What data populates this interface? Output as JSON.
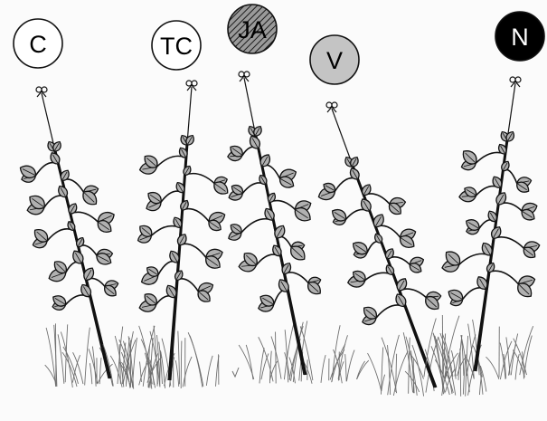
{
  "treatments": [
    {
      "label": "C",
      "fill": "#ffffff",
      "text_color": "#000000",
      "pattern": "none"
    },
    {
      "label": "TC",
      "fill": "#ffffff",
      "text_color": "#000000",
      "pattern": "none"
    },
    {
      "label": "JA",
      "fill": "#8a8a8a",
      "text_color": "#000000",
      "pattern": "diagonal-hatch"
    },
    {
      "label": "V",
      "fill": "#c4c4c4",
      "text_color": "#000000",
      "pattern": "none"
    },
    {
      "label": "N",
      "fill": "#000000",
      "text_color": "#ffffff",
      "pattern": "none"
    }
  ],
  "colors": {
    "leaf_fill": "#b0b0b0",
    "stroke": "#111111",
    "grass": "#6f6f6f",
    "background": "#fbfbfb"
  },
  "icons": [
    "circle-badge",
    "plant-illustration",
    "tie-knot-icon",
    "grass-tuft"
  ]
}
